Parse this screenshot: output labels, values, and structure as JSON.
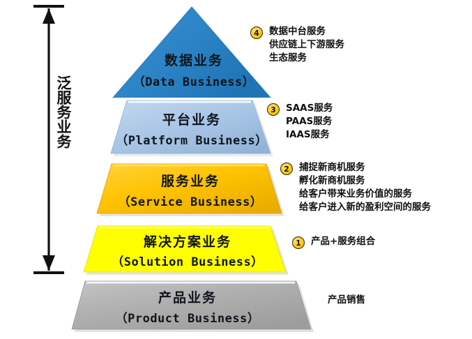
{
  "diagram": {
    "axis_label": "泛服务业务",
    "layers": [
      {
        "id": "data",
        "cn": "数据业务",
        "en": "（Data Business）",
        "color": "#2E86C8",
        "shape": "triangle"
      },
      {
        "id": "platform",
        "cn": "平台业务",
        "en": "（Platform Business）",
        "color": "#A9C6E6",
        "shape": "trapezoid"
      },
      {
        "id": "service",
        "cn": "服务业务",
        "en": "（Service Business）",
        "color": "#FFC000",
        "shape": "trapezoid"
      },
      {
        "id": "solution",
        "cn": "解决方案业务",
        "en": "（Solution Business）",
        "color": "#FFFF00",
        "shape": "trapezoid"
      },
      {
        "id": "product",
        "cn": "产品业务",
        "en": "（Product Business）",
        "color": "#AFAFAF",
        "shape": "trapezoid"
      }
    ],
    "annotations": [
      {
        "number": "4",
        "lines": [
          "数据中台服务",
          "供应链上下游服务",
          "生态服务"
        ]
      },
      {
        "number": "3",
        "lines": [
          "SAAS服务",
          "PAAS服务",
          "IAAS服务"
        ]
      },
      {
        "number": "2",
        "lines": [
          "捕捉新商机服务",
          "孵化新商机服务",
          "给客户带来业务价值的服务",
          "给客户进入新的盈利空间的服务"
        ]
      },
      {
        "number": "1",
        "lines": [
          "产品+服务组合"
        ]
      }
    ],
    "plain_note": "产品销售"
  }
}
